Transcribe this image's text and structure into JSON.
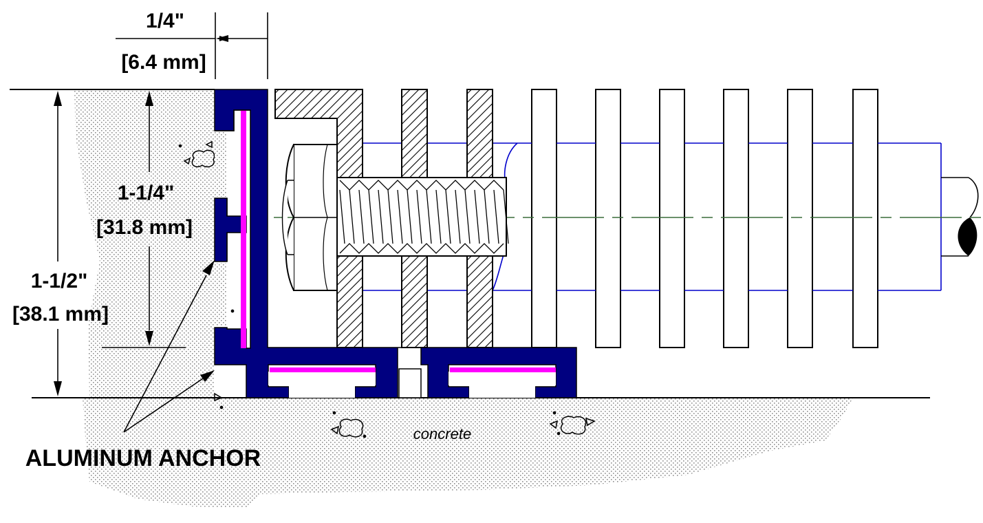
{
  "labels": {
    "width_in": "1/4\"",
    "width_mm": "[6.4 mm]",
    "inner_height_in": "1-1/4\"",
    "inner_height_mm": "[31.8 mm]",
    "total_height_in": "1-1/2\"",
    "total_height_mm": "[38.1 mm]",
    "anchor_callout": "ALUMINUM ANCHOR",
    "material": "concrete"
  },
  "colors": {
    "aluminum_extrusion": "#000080",
    "insert_strip": "#ff00ff",
    "shaft_outline": "#0000cc",
    "centerline": "#3a6b3a",
    "concrete_stipple": "#9a9a9a",
    "line": "#000000"
  }
}
